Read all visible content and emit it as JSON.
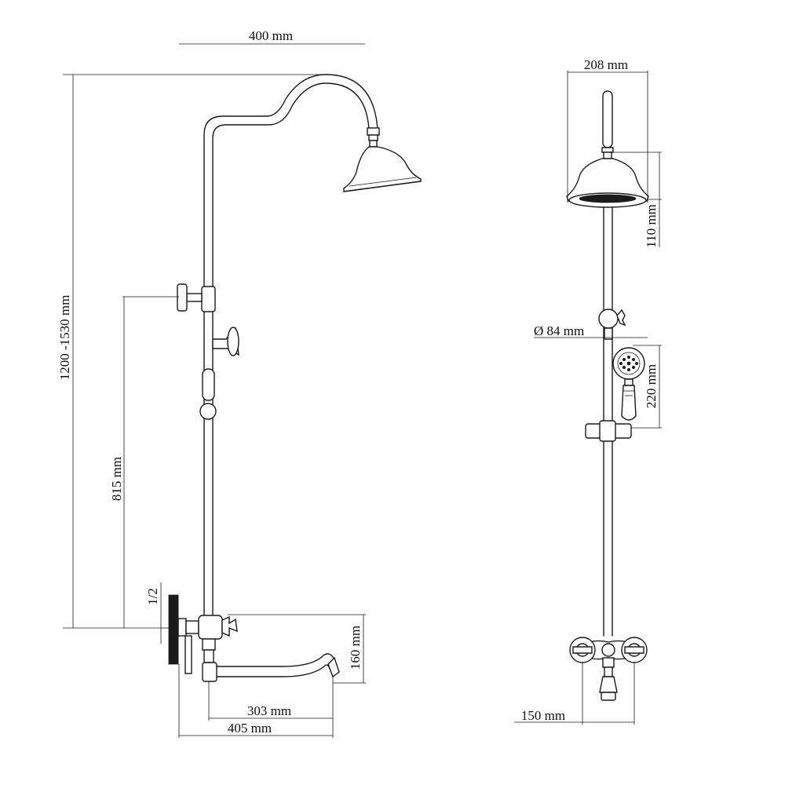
{
  "dimensions": {
    "width_top": "400 mm",
    "height_total": "1200 -1530 mm",
    "height_inlet": "815 mm",
    "thread": "1/2",
    "spout_drop": "160 mm",
    "spout_reach_inner": "303 mm",
    "spout_reach_outer": "405 mm",
    "head_diameter": "208 mm",
    "head_height": "110 mm",
    "handshower_diameter": "Ø 84 mm",
    "handshower_length": "220 mm",
    "inlet_spacing": "150 mm"
  },
  "colors": {
    "line": "#1a1a1a",
    "background": "#ffffff"
  }
}
